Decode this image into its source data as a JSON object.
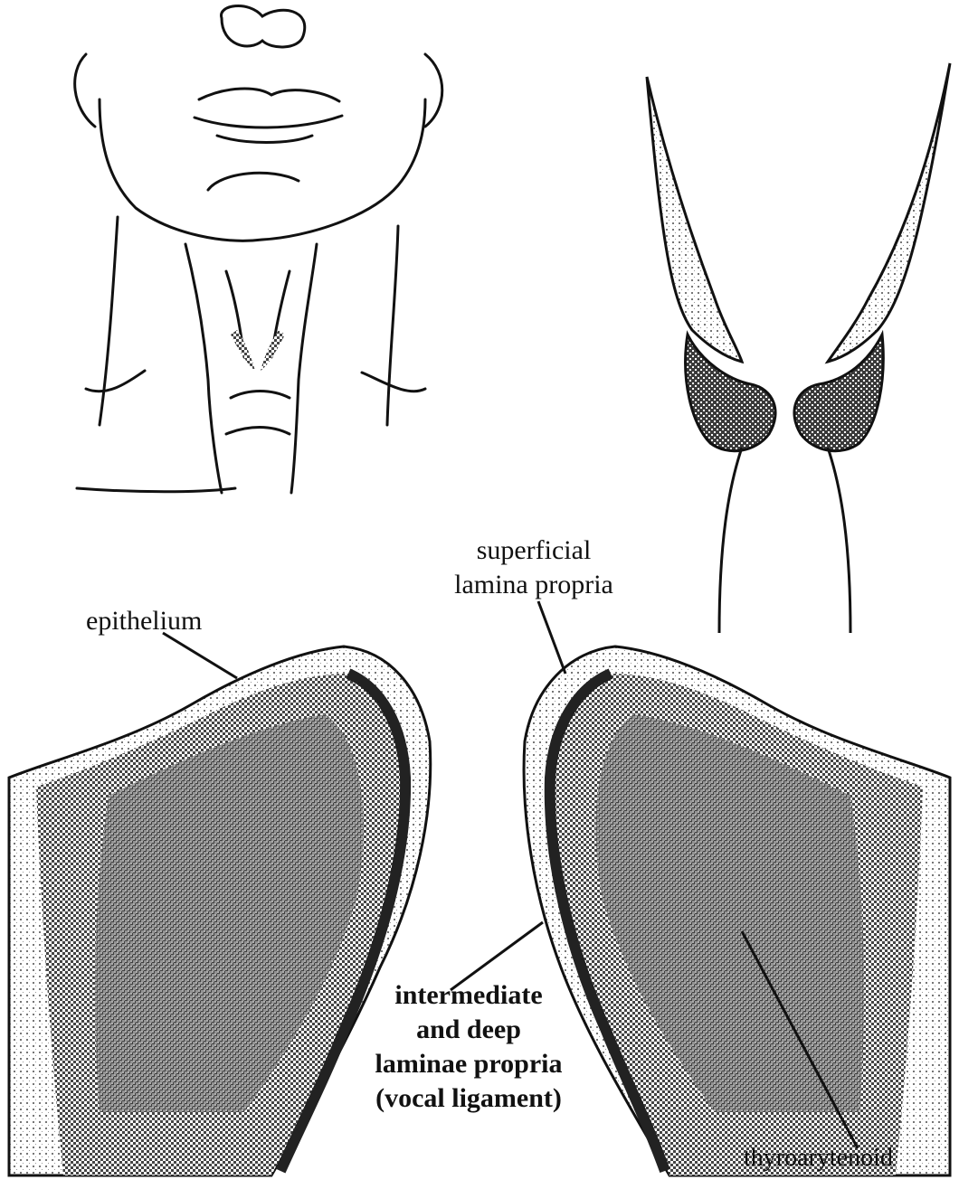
{
  "labels": {
    "epithelium": "epithelium",
    "superficial_line1": "superficial",
    "superficial_line2": "lamina propria",
    "intermediate_line1": "intermediate",
    "intermediate_line2": "and deep",
    "intermediate_line3": "laminae propria",
    "intermediate_line4": "(vocal ligament)",
    "muscle": "thyroarytenoid"
  },
  "colors": {
    "ink": "#111111",
    "tissue_dark": "#2a2a2a",
    "tissue_mid": "#6e6e6e",
    "tissue_light": "#bdbdbd",
    "paper": "#ffffff"
  }
}
